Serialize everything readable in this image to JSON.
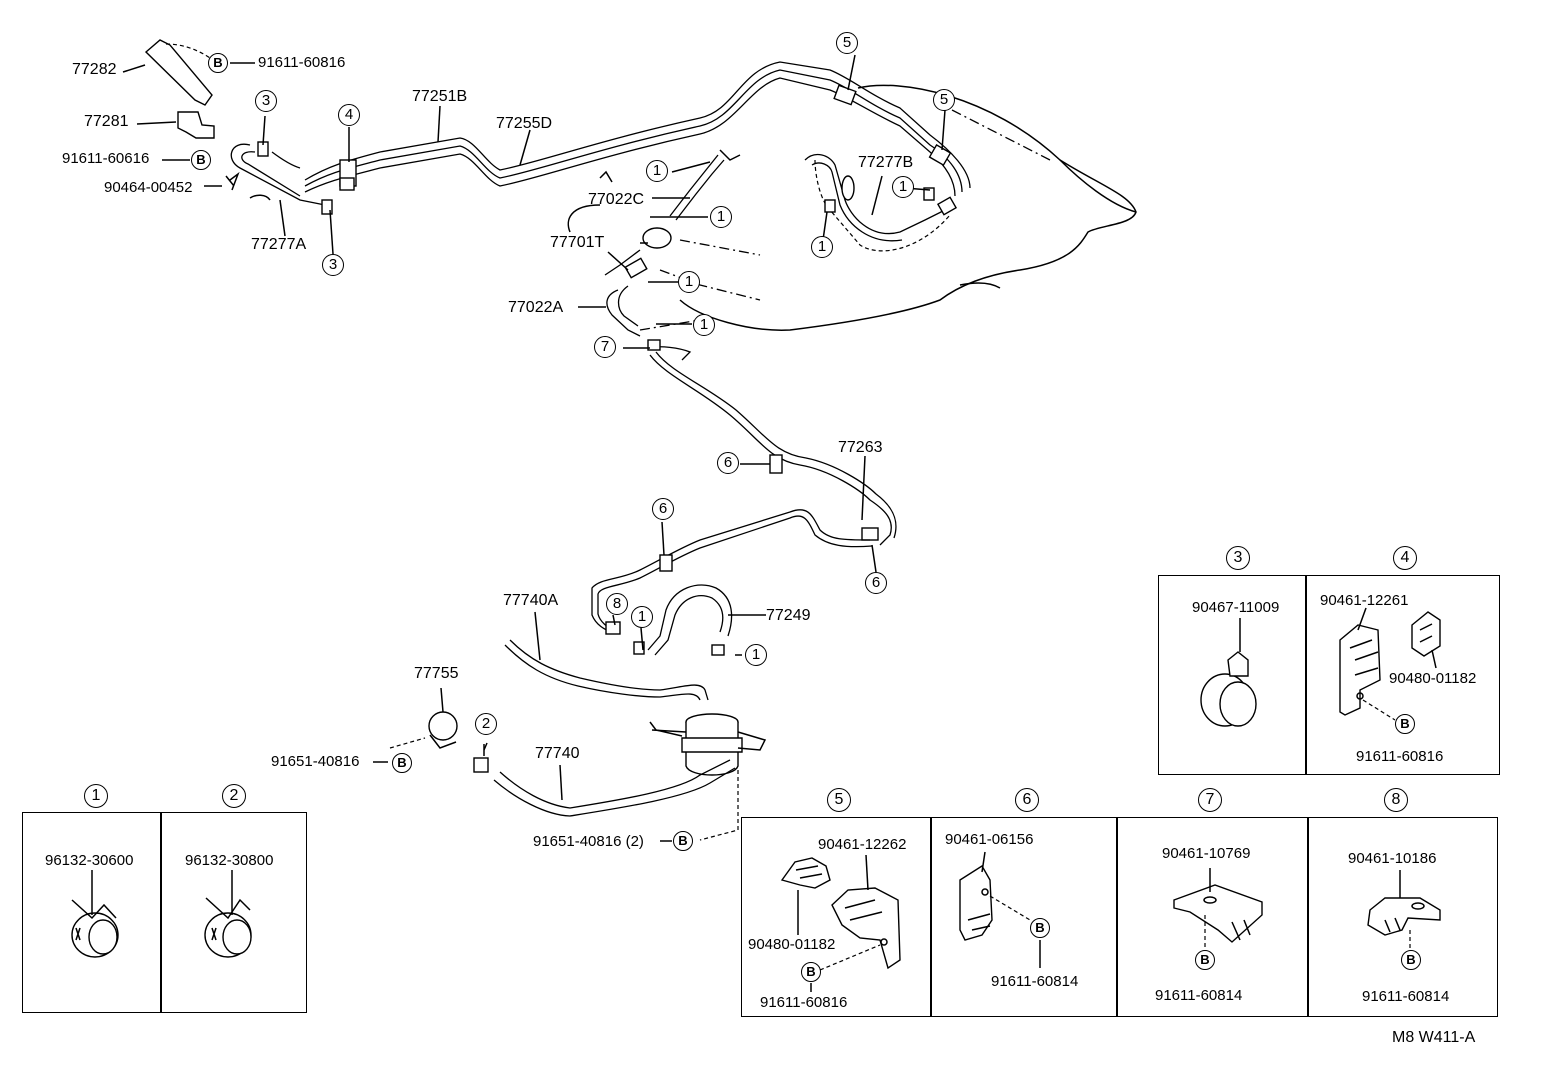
{
  "parts": {
    "p77282": "77282",
    "p77281": "77281",
    "p91611_60816_top": "91611-60816",
    "p91611_60616": "91611-60616",
    "p90464_00452": "90464-00452",
    "p77277A": "77277A",
    "p77251B": "77251B",
    "p77255D": "77255D",
    "p77022C": "77022C",
    "p77701T": "77701T",
    "p77022A": "77022A",
    "p77277B": "77277B",
    "p77263": "77263",
    "p77740A": "77740A",
    "p77249": "77249",
    "p77755": "77755",
    "p91651_40816": "91651-40816",
    "p77740": "77740",
    "p91651_40816_2": "91651-40816 (2)"
  },
  "callouts": {
    "n1": "1",
    "n2": "2",
    "n3": "3",
    "n4": "4",
    "n5": "5",
    "n6": "6",
    "n7": "7",
    "n8": "8",
    "b": "B"
  },
  "details": {
    "d1": {
      "num": "1",
      "part": "96132-30600"
    },
    "d2": {
      "num": "2",
      "part": "96132-30800"
    },
    "d3": {
      "num": "3",
      "part": "90467-11009"
    },
    "d4": {
      "num": "4",
      "part_a": "90461-12261",
      "part_b": "90480-01182",
      "bolt": "91611-60816"
    },
    "d5": {
      "num": "5",
      "part_a": "90461-12262",
      "part_b": "90480-01182",
      "bolt": "91611-60816"
    },
    "d6": {
      "num": "6",
      "part": "90461-06156",
      "bolt": "91611-60814"
    },
    "d7": {
      "num": "7",
      "part": "90461-10769",
      "bolt": "91611-60814"
    },
    "d8": {
      "num": "8",
      "part": "90461-10186",
      "bolt": "91611-60814"
    }
  },
  "figure_code": "M8 W411-A"
}
